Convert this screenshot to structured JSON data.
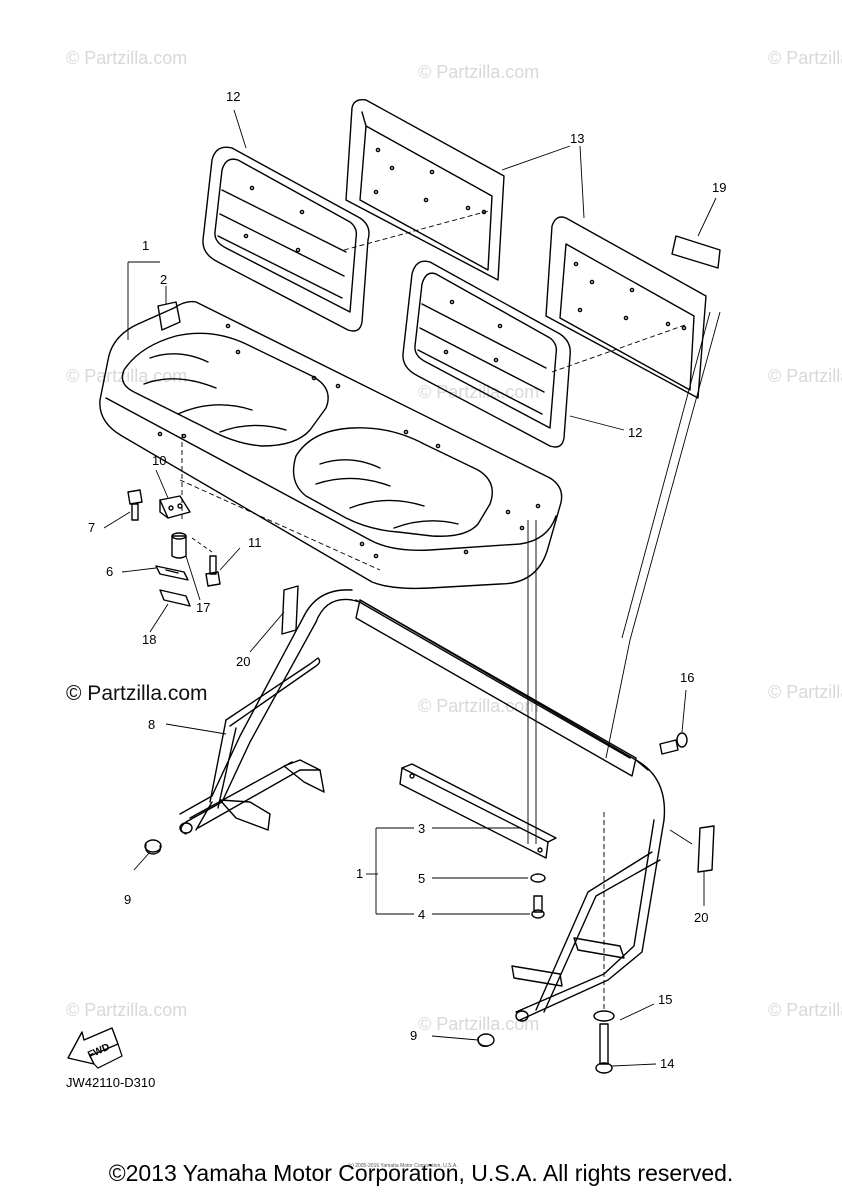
{
  "watermark": {
    "text": "© Partzilla.com",
    "primary_text": "© Partzilla.com"
  },
  "callouts": [
    "12",
    "13",
    "19",
    "1",
    "2",
    "10",
    "7",
    "11",
    "6",
    "17",
    "18",
    "20",
    "8",
    "16",
    "3",
    "1",
    "5",
    "4",
    "9",
    "20",
    "15",
    "9",
    "14",
    "12"
  ],
  "fwd_label": "FWD",
  "diagram_code": "JW42110-D310",
  "small_copyright": "(c) 2005-2016 Yamaha Motor Corporation, U.S.A.",
  "copyright": "©2013 Yamaha Motor Corporation, U.S.A. All rights reserved.",
  "colors": {
    "line": "#000000",
    "watermark": "#d8d8d8"
  }
}
